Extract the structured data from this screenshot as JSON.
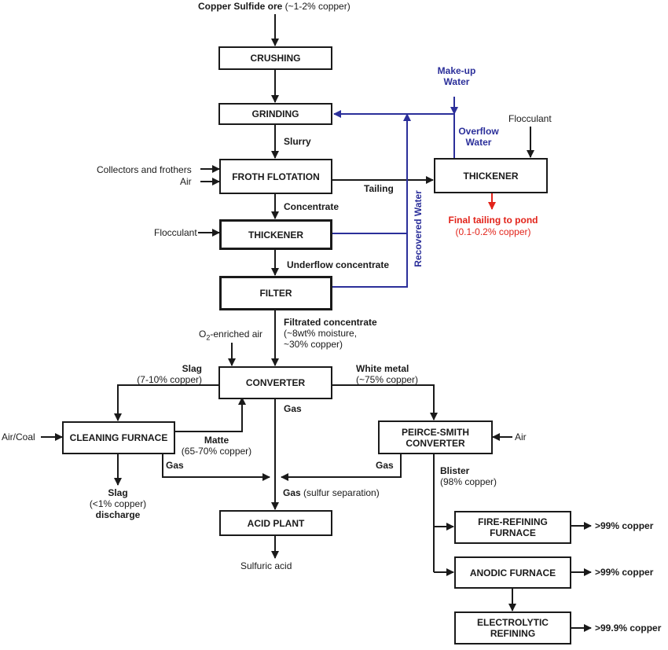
{
  "colors": {
    "line": "#1a1a1a",
    "water": "#2b2f9a",
    "tailing": "#e2231a"
  },
  "nodes": {
    "crushing": "CRUSHING",
    "grinding": "GRINDING",
    "froth_flotation": "FROTH FLOTATION",
    "thickener_main": "THICKENER",
    "thickener_tailing": "THICKENER",
    "filter": "FILTER",
    "converter": "CONVERTER",
    "cleaning_furnace": "CLEANING FURNACE",
    "peirce_smith_1": "PEIRCE-SMITH",
    "peirce_smith_2": "CONVERTER",
    "acid_plant": "ACID PLANT",
    "fire_refining_1": "FIRE-REFINING",
    "fire_refining_2": "FURNACE",
    "anodic_furnace": "ANODIC FURNACE",
    "electrolytic_1": "ELECTROLYTIC",
    "electrolytic_2": "REFINING"
  },
  "labels": {
    "ore_bold": "Copper Sulfide ore",
    "ore_note": " (~1-2% copper)",
    "slurry": "Slurry",
    "collectors": "Collectors and frothers",
    "air_flotation": "Air",
    "concentrate": "Concentrate",
    "tailing": "Tailing",
    "flocculant_main": "Flocculant",
    "flocculant_tailing": "Flocculant",
    "makeup_1": "Make-up",
    "makeup_2": "Water",
    "overflow_1": "Overflow",
    "overflow_2": "Water",
    "recovered_water": "Recovered Water",
    "final_tailing_1": "Final tailing to pond",
    "final_tailing_2": "(0.1-0.2% copper)",
    "underflow": "Underflow concentrate",
    "filtrated_1": "Filtrated concentrate",
    "filtrated_2": "(~8wt% moisture,",
    "filtrated_3": "~30% copper)",
    "o2_pre": "O",
    "o2_sub": "2",
    "o2_post": "-enriched air",
    "slag_1": "Slag",
    "slag_2": "(7-10% copper)",
    "white_1": "White metal",
    "white_2": "(~75% copper)",
    "gas_converter": "Gas",
    "air_coal": "Air/Coal",
    "matte_1": "Matte",
    "matte_2": "(65-70% copper)",
    "air_ps": "Air",
    "gas_cleaning": "Gas",
    "gas_ps": "Gas",
    "blister_1": "Blister",
    "blister_2": "(98% copper)",
    "slag_discharge_1": "Slag",
    "slag_discharge_2": "(<1% copper)",
    "slag_discharge_3": "discharge",
    "gas_sep_bold": "Gas",
    "gas_sep_note": " (sulfur separation)",
    "sulfuric": "Sulfuric acid",
    "out_fire": ">99% copper",
    "out_anodic": ">99% copper",
    "out_electro": ">99.9% copper"
  }
}
